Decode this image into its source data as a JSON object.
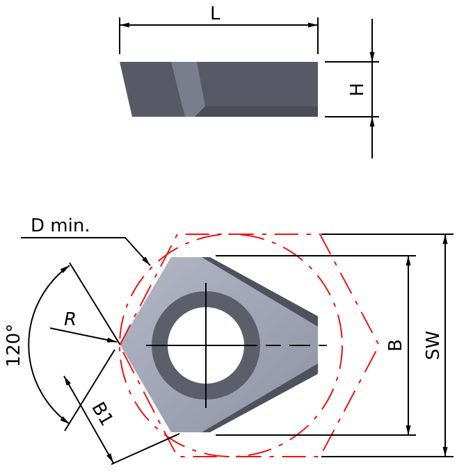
{
  "title": "Insert dimension drawing",
  "labels": {
    "length": "L",
    "height": "H",
    "d_min": "D min.",
    "radius": "R",
    "angle": "120°",
    "b1": "B1",
    "b": "B",
    "sw": "SW"
  },
  "colors": {
    "body": "#5a5d68",
    "body_light": "#9b9fb0",
    "face": "#a3a6b8",
    "outline_red": "#ee1111",
    "dim_line": "#000000"
  }
}
